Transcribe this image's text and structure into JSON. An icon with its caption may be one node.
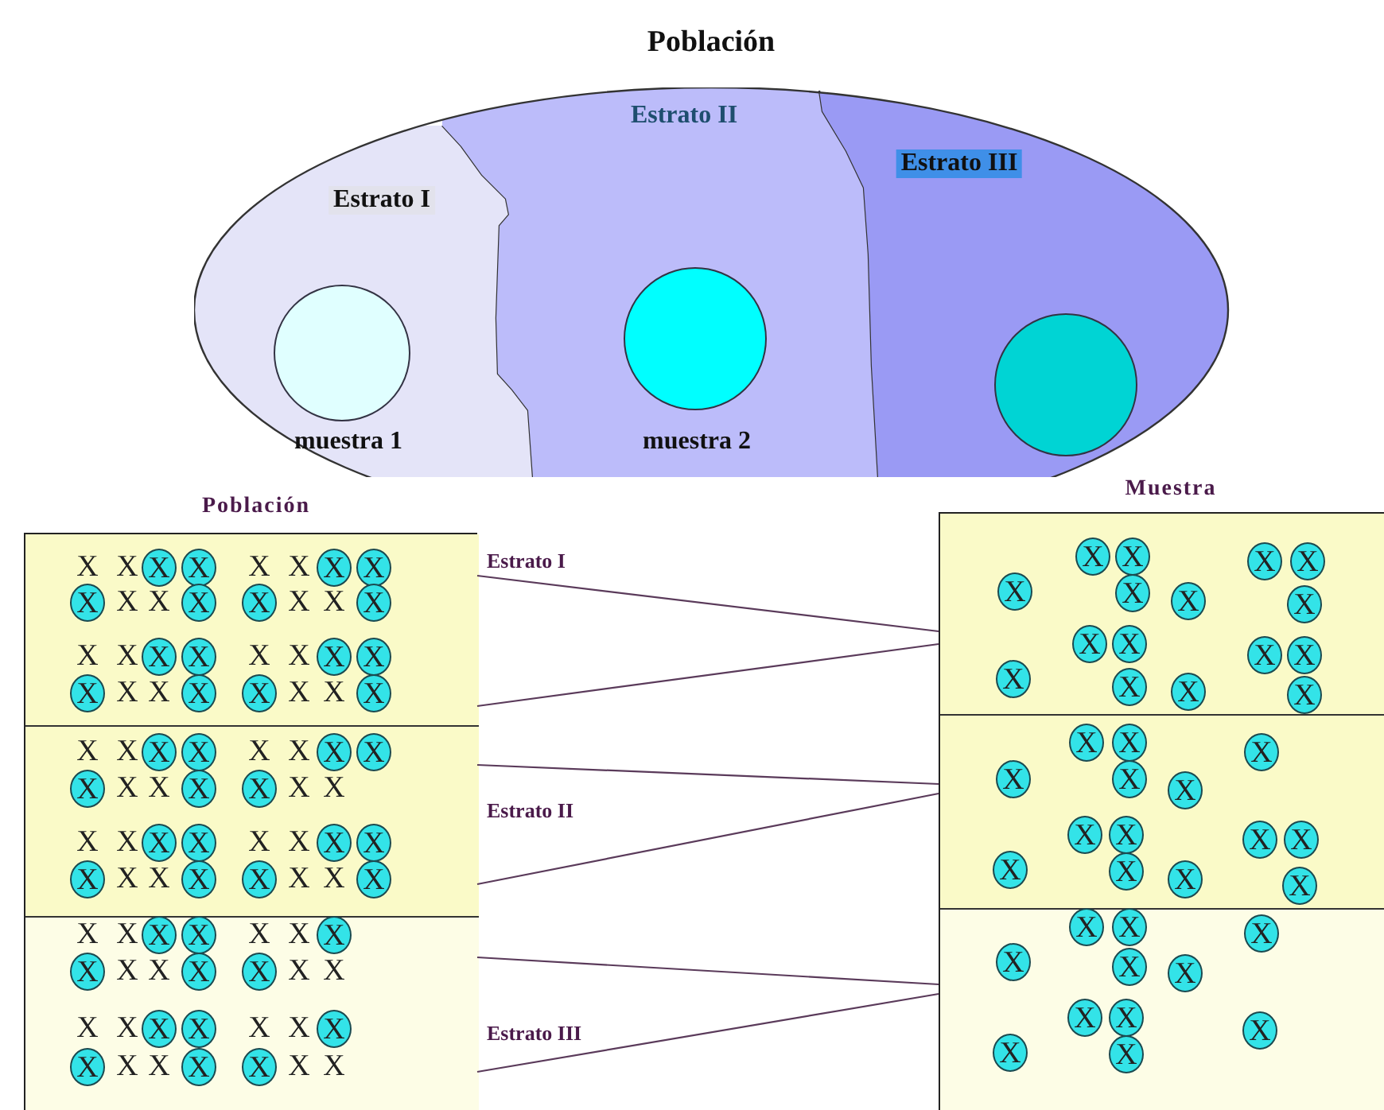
{
  "diagram": {
    "nodes": [
      {
        "text": [
          "Población"
        ]
      },
      {
        "text": [
          "Estrato I"
        ],
        "in": 0
      },
      {
        "text": [
          "Estrato II"
        ],
        "in": 0
      },
      {
        "text": [
          "Estrato III"
        ],
        "in": 0
      },
      {
        "text": [],
        "shape": "circle",
        "in": 1,
        "beside": [
          "muestra 1"
        ]
      },
      {
        "text": [],
        "shape": "circle",
        "in": 2,
        "beside": [
          "muestra 2"
        ]
      },
      {
        "text": [],
        "shape": "circle",
        "in": 3
      },
      {
        "text": [
          "Población"
        ]
      },
      {
        "text": [],
        "shape": "box",
        "in": 7,
        "beside": [
          "Estrato I"
        ]
      },
      {
        "text": [],
        "shape": "box",
        "in": 7,
        "beside": [
          "Estrato II"
        ]
      },
      {
        "text": [],
        "shape": "box",
        "in": 7,
        "beside": [
          "Estrato III"
        ]
      },
      {
        "text": [
          "Muestra"
        ]
      },
      {
        "text": [],
        "shape": "box",
        "in": 11
      },
      {
        "text": [],
        "shape": "box",
        "in": 11
      },
      {
        "text": [],
        "shape": "box",
        "in": 11
      }
    ],
    "edges": [
      {
        "from": 8,
        "to": 12,
        "arrow": "none"
      },
      {
        "from": 8,
        "to": 12,
        "arrow": "none"
      },
      {
        "from": 9,
        "to": 13,
        "arrow": "none"
      },
      {
        "from": 9,
        "to": 13,
        "arrow": "none"
      },
      {
        "from": 10,
        "to": 14,
        "arrow": "none"
      },
      {
        "from": 10,
        "to": 14,
        "arrow": "none"
      }
    ],
    "labels": [
      "X",
      "X",
      "X",
      "X",
      "X",
      "X",
      "X",
      "X",
      "X",
      "X",
      "X",
      "X",
      "X",
      "X",
      "X",
      "X",
      "X",
      "X",
      "X",
      "X",
      "X",
      "X",
      "X",
      "X",
      "X",
      "X",
      "X",
      "X",
      "X",
      "X",
      "X",
      "X",
      "X",
      "X",
      "X",
      "X",
      "X",
      "X",
      "X",
      "X",
      "X",
      "X",
      "X",
      "X",
      "X",
      "X",
      "X",
      "X",
      "X",
      "X",
      "X",
      "X",
      "X",
      "X",
      "X",
      "X",
      "X",
      "X",
      "X",
      "X",
      "X",
      "X",
      "X",
      "X",
      "X",
      "X",
      "X",
      "X",
      "X",
      "X",
      "X",
      "X",
      "X",
      "X",
      "X",
      "X",
      "X",
      "X",
      "X",
      "X",
      "X",
      "X",
      "X",
      "X",
      "X",
      "X",
      "X",
      "X",
      "X",
      "X",
      "X",
      "X",
      "X",
      "X",
      "X",
      "X",
      "X",
      "X",
      "X",
      "X",
      "X",
      "X",
      "X",
      "X",
      "X",
      "X",
      "X",
      "X",
      "X",
      "X",
      "X",
      "X",
      "X",
      "X",
      "X",
      "X",
      "X",
      "X",
      "X",
      "X",
      "X",
      "X",
      "X",
      "X",
      "X",
      "X",
      "X",
      "X",
      "X",
      "X",
      "X",
      "X"
    ]
  }
}
